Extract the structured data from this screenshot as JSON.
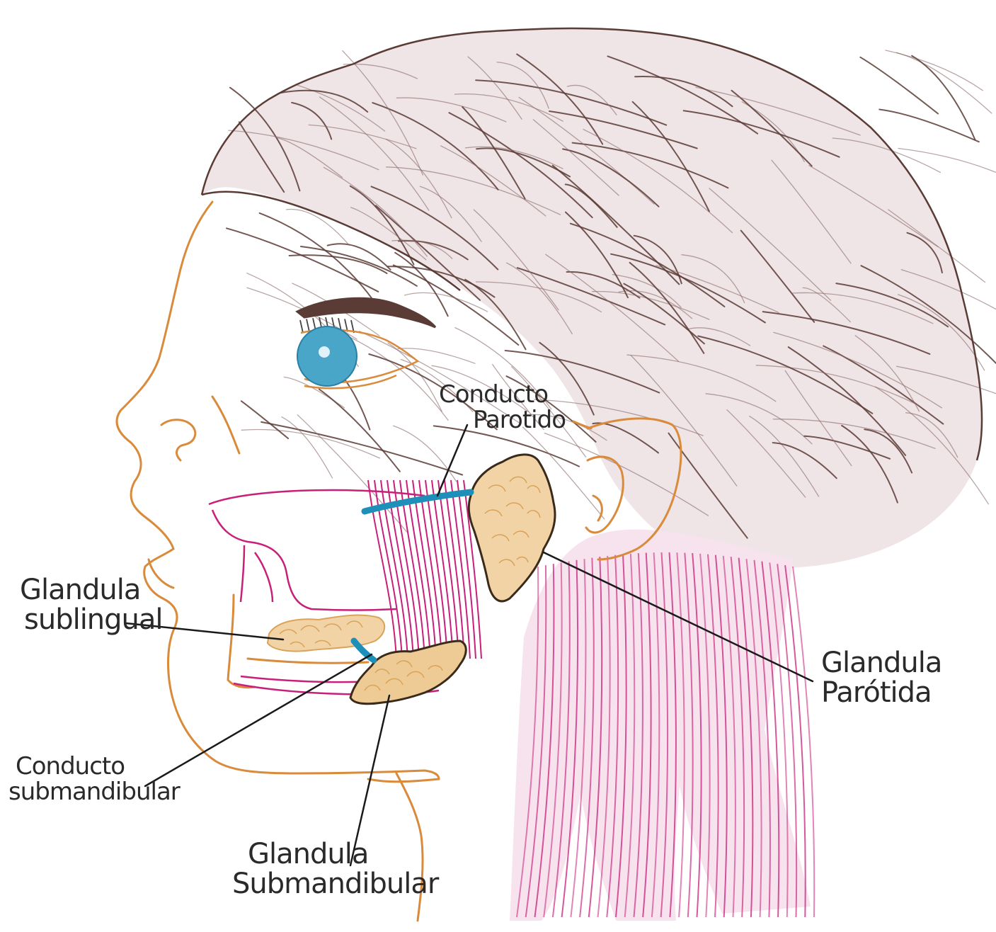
{
  "colors": {
    "skin": "#d98a3a",
    "hair": "#5a3b35",
    "hair_light": "#8a6a6a",
    "muscle": "#c8207a",
    "gland": "#dba15a",
    "gland_fill": "#f2d3a6",
    "duct": "#1d8fb8",
    "eye": "#4aa6c8",
    "leader": "#1a1a1a",
    "text": "#2a2a2a"
  },
  "labels": {
    "conducto_parotideo": {
      "line1": "Conducto",
      "line2": "Parotido"
    },
    "glandula_sublingual": {
      "line1": "Glandula",
      "line2": "sublingual"
    },
    "glandula_parotida": {
      "line1": "Glandula",
      "line2": "Parótida"
    },
    "conducto_submandibular": {
      "line1": "Conducto",
      "line2": "submandibular"
    },
    "glandula_submandibular": {
      "line1": "Glandula",
      "line2": "Submandibular"
    }
  }
}
